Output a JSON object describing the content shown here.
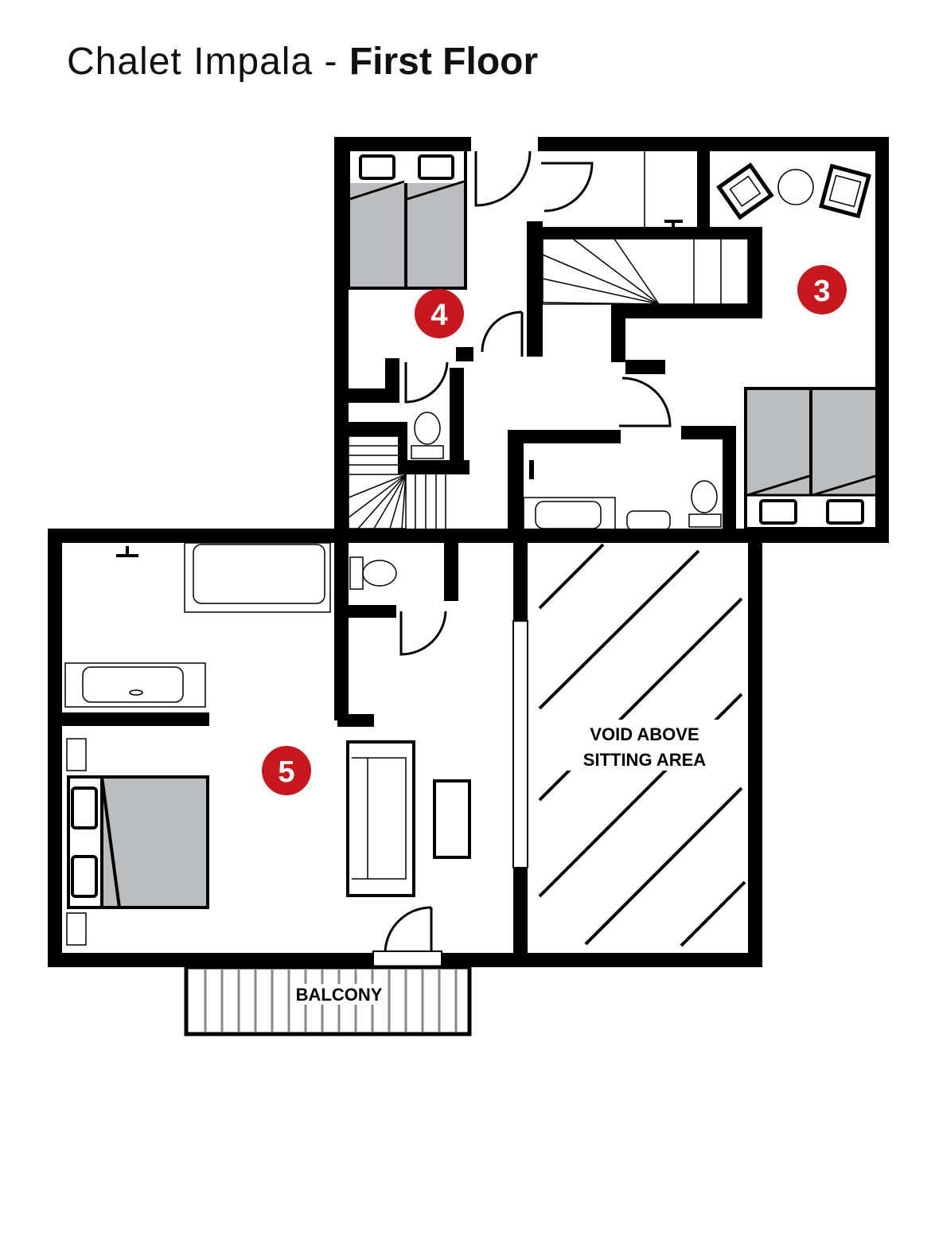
{
  "title": {
    "prefix": "Chalet Impala - ",
    "floor": "First Floor"
  },
  "rooms": [
    {
      "number": "3"
    },
    {
      "number": "4"
    },
    {
      "number": "5"
    }
  ],
  "labels": {
    "void_line1": "VOID ABOVE",
    "void_line2": "SITTING AREA",
    "balcony": "BALCONY"
  },
  "colors": {
    "room_marker": "#c8171e",
    "bed_fill": "#bcbdbf",
    "wall": "#000000"
  }
}
